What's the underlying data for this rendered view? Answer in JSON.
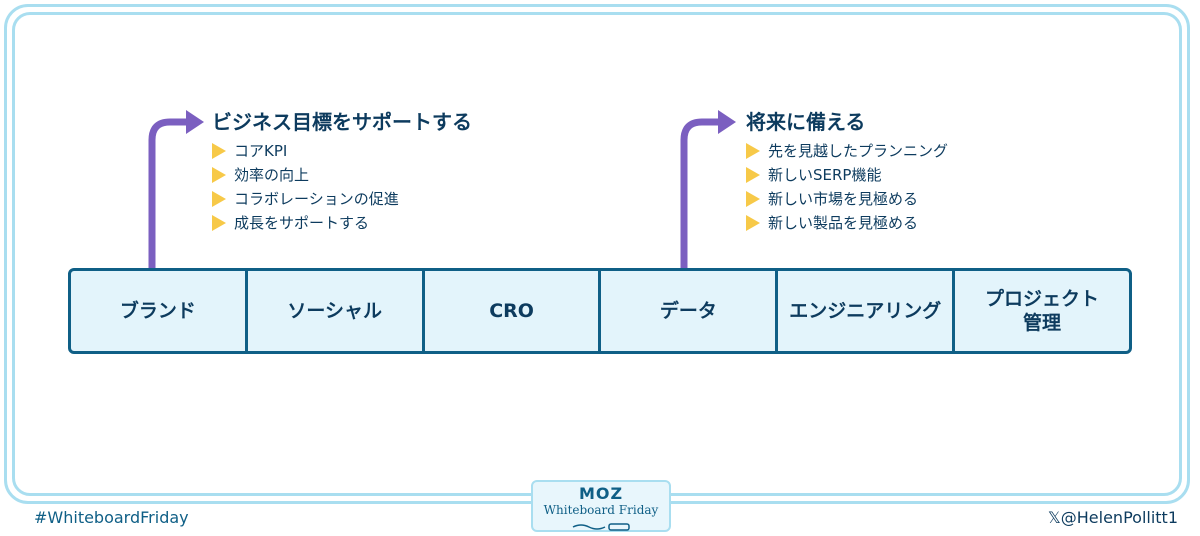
{
  "groups": [
    {
      "title": "ビジネス目標をサポートする",
      "items": [
        "コアKPI",
        "効率の向上",
        "コラボレーションの促進",
        "成長をサポートする"
      ]
    },
    {
      "title": "将来に備える",
      "items": [
        "先を見越したプランニング",
        "新しいSERP機能",
        "新しい市場を見極める",
        "新しい製品を見極める"
      ]
    }
  ],
  "cells": [
    "ブランド",
    "ソーシャル",
    "CRO",
    "データ",
    "エンジニアリング",
    "プロジェクト\n管理"
  ],
  "footer": {
    "hashtag": "#WhiteboardFriday",
    "handle": "@HelenPollitt1",
    "x_logo": "𝕏",
    "moz": "MOZ",
    "show": "Whiteboard Friday"
  },
  "colors": {
    "accent": "#7b5fc0",
    "border": "#0f5f86",
    "bullet": "#f7c948"
  }
}
